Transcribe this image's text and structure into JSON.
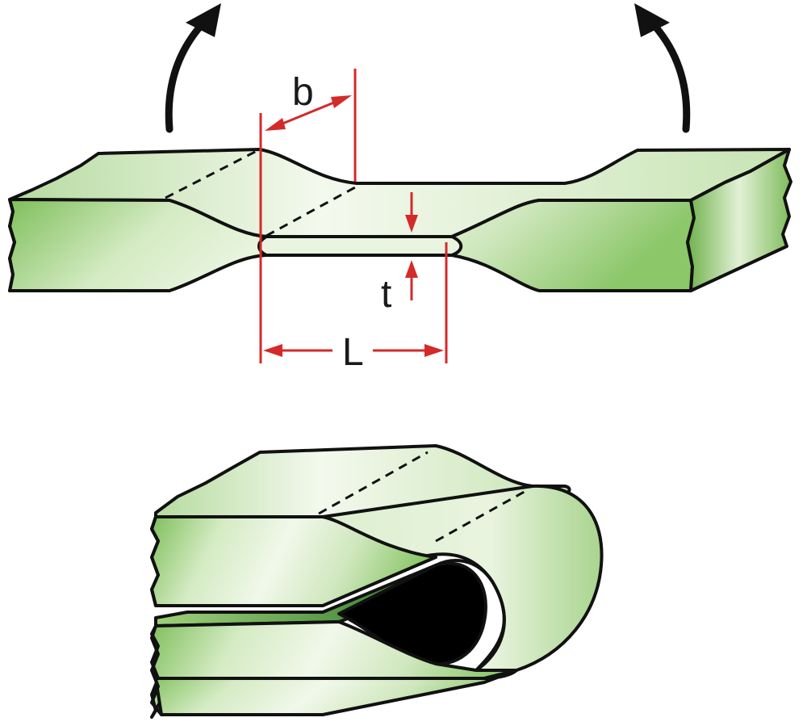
{
  "labels": {
    "width": "b",
    "thickness": "t",
    "length": "L"
  },
  "colors": {
    "body_light": "#eef6e6",
    "body_mid": "#c8e3b4",
    "body_dark": "#5ea53e",
    "interior_dark": "#2f7a28",
    "outline": "#111111",
    "dimension": "#d42a2a",
    "cavity": "#000000"
  },
  "icons": [
    "bend-arrow-left-icon",
    "bend-arrow-right-icon"
  ]
}
